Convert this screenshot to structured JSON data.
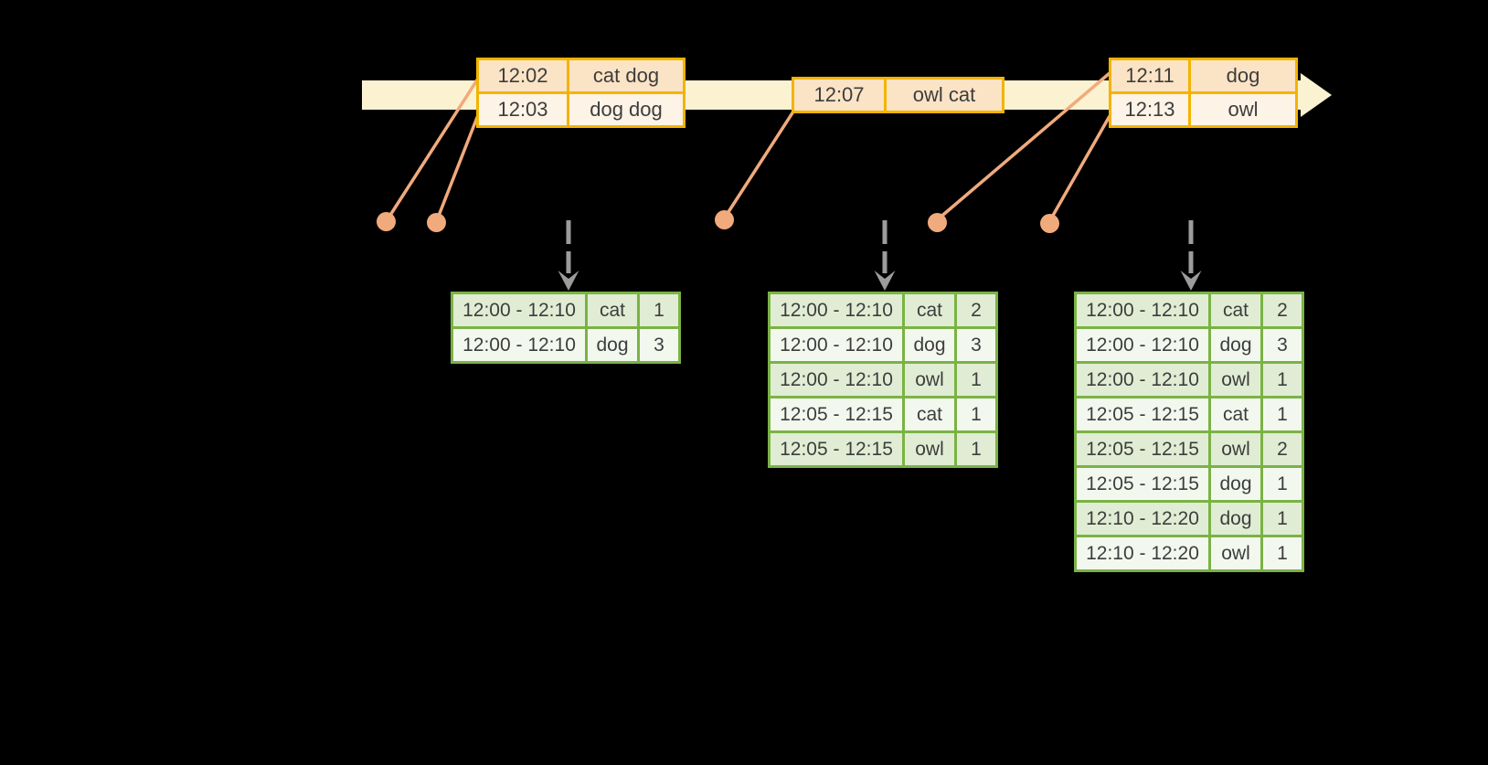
{
  "colors": {
    "background": "#000000",
    "timeline_band": "#fbf2d1",
    "event_table_border": "#f3b300",
    "event_row_shaded": "#fbe3c5",
    "event_row_plain": "#fdf3e6",
    "event_marker": "#f1aa7c",
    "trigger_arrow": "#9c9c9c",
    "result_table_border": "#7ab344",
    "result_row_shaded": "#e0edd4",
    "result_row_plain": "#f3f8ef",
    "text": "#3d3d3d"
  },
  "event_tables": [
    {
      "rows": [
        {
          "time": "12:02",
          "words": "cat dog"
        },
        {
          "time": "12:03",
          "words": "dog dog"
        }
      ]
    },
    {
      "rows": [
        {
          "time": "12:07",
          "words": "owl cat"
        }
      ]
    },
    {
      "rows": [
        {
          "time": "12:11",
          "words": "dog"
        },
        {
          "time": "12:13",
          "words": "owl"
        }
      ]
    }
  ],
  "result_tables": [
    {
      "rows": [
        {
          "window": "12:00 - 12:10",
          "word": "cat",
          "count": "1"
        },
        {
          "window": "12:00 - 12:10",
          "word": "dog",
          "count": "3"
        }
      ]
    },
    {
      "rows": [
        {
          "window": "12:00 - 12:10",
          "word": "cat",
          "count": "2"
        },
        {
          "window": "12:00 - 12:10",
          "word": "dog",
          "count": "3"
        },
        {
          "window": "12:00 - 12:10",
          "word": "owl",
          "count": "1"
        },
        {
          "window": "12:05 - 12:15",
          "word": "cat",
          "count": "1"
        },
        {
          "window": "12:05 - 12:15",
          "word": "owl",
          "count": "1"
        }
      ]
    },
    {
      "rows": [
        {
          "window": "12:00 - 12:10",
          "word": "cat",
          "count": "2"
        },
        {
          "window": "12:00 - 12:10",
          "word": "dog",
          "count": "3"
        },
        {
          "window": "12:00 - 12:10",
          "word": "owl",
          "count": "1"
        },
        {
          "window": "12:05 - 12:15",
          "word": "cat",
          "count": "1"
        },
        {
          "window": "12:05 - 12:15",
          "word": "owl",
          "count": "2"
        },
        {
          "window": "12:05 - 12:15",
          "word": "dog",
          "count": "1"
        },
        {
          "window": "12:10 - 12:20",
          "word": "dog",
          "count": "1"
        },
        {
          "window": "12:10 - 12:20",
          "word": "owl",
          "count": "1"
        }
      ]
    }
  ]
}
